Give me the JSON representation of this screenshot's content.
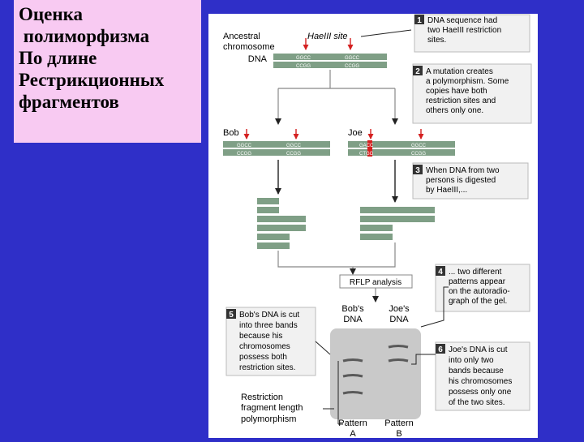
{
  "title": {
    "lines": [
      "Оценка",
      " полиморфизма",
      "По длине",
      "Рестрикционных",
      "фрагментов"
    ]
  },
  "figure": {
    "ancestral_label": [
      "Ancestral",
      "chromosome"
    ],
    "dna_label": "DNA",
    "haeIII_site_label": "HaeIII site",
    "site_top": "GGCC",
    "site_bottom": "CCGG",
    "bob_label": "Bob",
    "joe_label": "Joe",
    "joe_mut_top": "GACC",
    "joe_mut_bottom": "CTGG",
    "rflp_label": "RFLP analysis",
    "bob_dna": [
      "Bob's",
      "DNA"
    ],
    "joe_dna": [
      "Joe's",
      "DNA"
    ],
    "rflp_caption": [
      "Restriction",
      "fragment length",
      "polymorphism"
    ],
    "pattern_a": [
      "Pattern",
      "A"
    ],
    "pattern_b": [
      "Pattern",
      "B"
    ],
    "steps": [
      {
        "num": "1",
        "lines": [
          "DNA sequence had",
          "two HaeIII restriction",
          "sites."
        ]
      },
      {
        "num": "2",
        "lines": [
          "A mutation creates",
          "a polymorphism. Some",
          "copies have both",
          "restriction sites and",
          "others only one."
        ]
      },
      {
        "num": "3",
        "lines": [
          "When DNA from two",
          "persons is digested",
          "by HaeIII,..."
        ]
      },
      {
        "num": "4",
        "lines": [
          "... two different",
          "patterns appear",
          "on the autoradio-",
          "graph of the gel."
        ]
      },
      {
        "num": "5",
        "lines": [
          "Bob's DNA is cut",
          "into three bands",
          "because his",
          "chromosomes",
          "possess both",
          "restriction sites."
        ]
      },
      {
        "num": "6",
        "lines": [
          "Joe's DNA is cut",
          "into only two",
          "bands because",
          "his chromosomes",
          "possess only one",
          "of the two sites."
        ]
      }
    ]
  },
  "colors": {
    "background": "#2f2fc8",
    "title_box": "#f8caf2",
    "dna_band": "#7f9f86",
    "mutation": "#d42020",
    "gel": "#c9c9c9",
    "gel_band": "#5a5a5a"
  }
}
